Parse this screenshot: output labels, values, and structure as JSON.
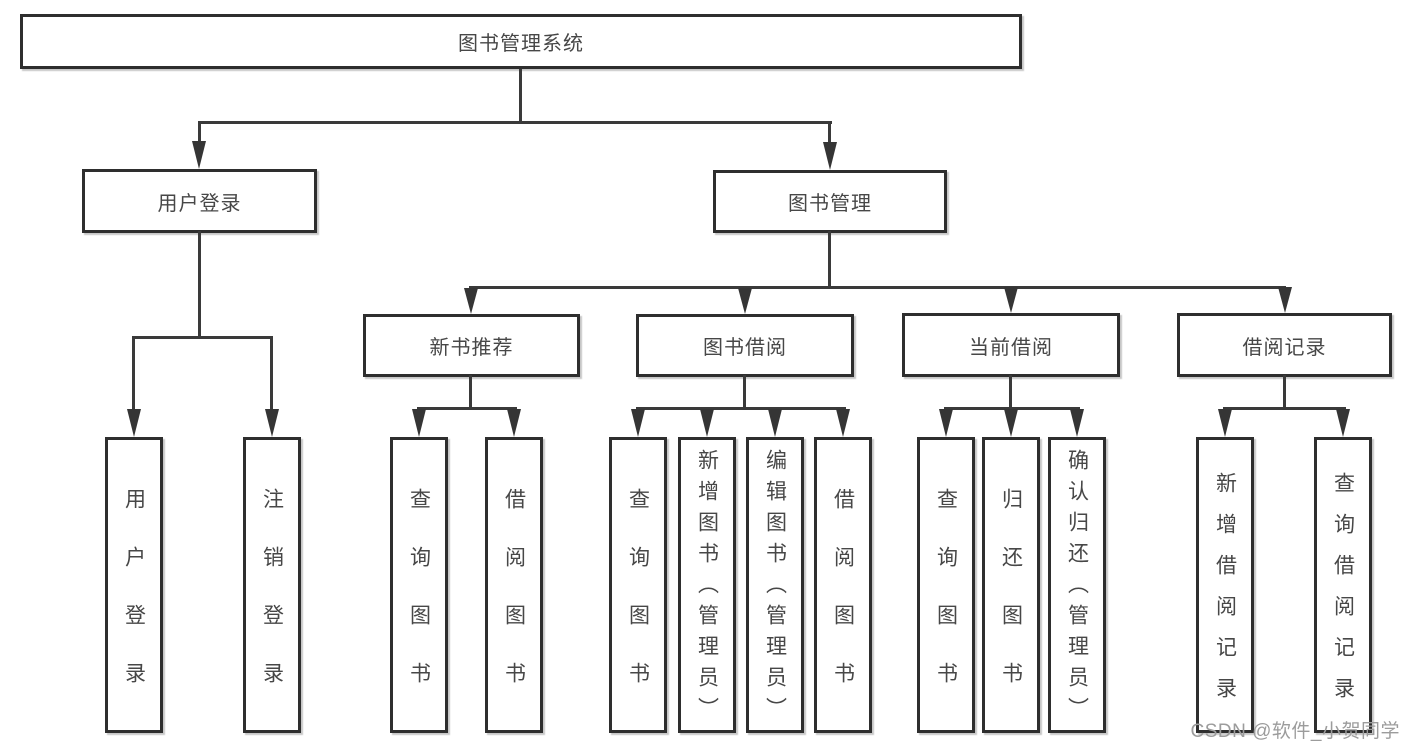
{
  "diagram": {
    "title": "图书管理系统",
    "branches": {
      "user": {
        "label": "用户登录",
        "children": [
          "用户登录",
          "注销登录"
        ]
      },
      "book": {
        "label": "图书管理",
        "modules": [
          {
            "label": "新书推荐",
            "children": [
              "查询图书",
              "借阅图书"
            ]
          },
          {
            "label": "图书借阅",
            "children": [
              "查询图书",
              "新增图书（管理员）",
              "编辑图书（管理员）",
              "借阅图书"
            ]
          },
          {
            "label": "当前借阅",
            "children": [
              "查询图书",
              "归还图书",
              "确认归还（管理员）"
            ]
          },
          {
            "label": "借阅记录",
            "children": [
              "新增借阅记录",
              "查询借阅记录"
            ]
          }
        ]
      }
    },
    "style": {
      "line_color": "#3a3a3a",
      "border_color": "#2e2e2e",
      "text_color": "#474747",
      "watermark_color": "#9c9c9c"
    }
  },
  "watermark": "CSDN @软件_小贺同学"
}
